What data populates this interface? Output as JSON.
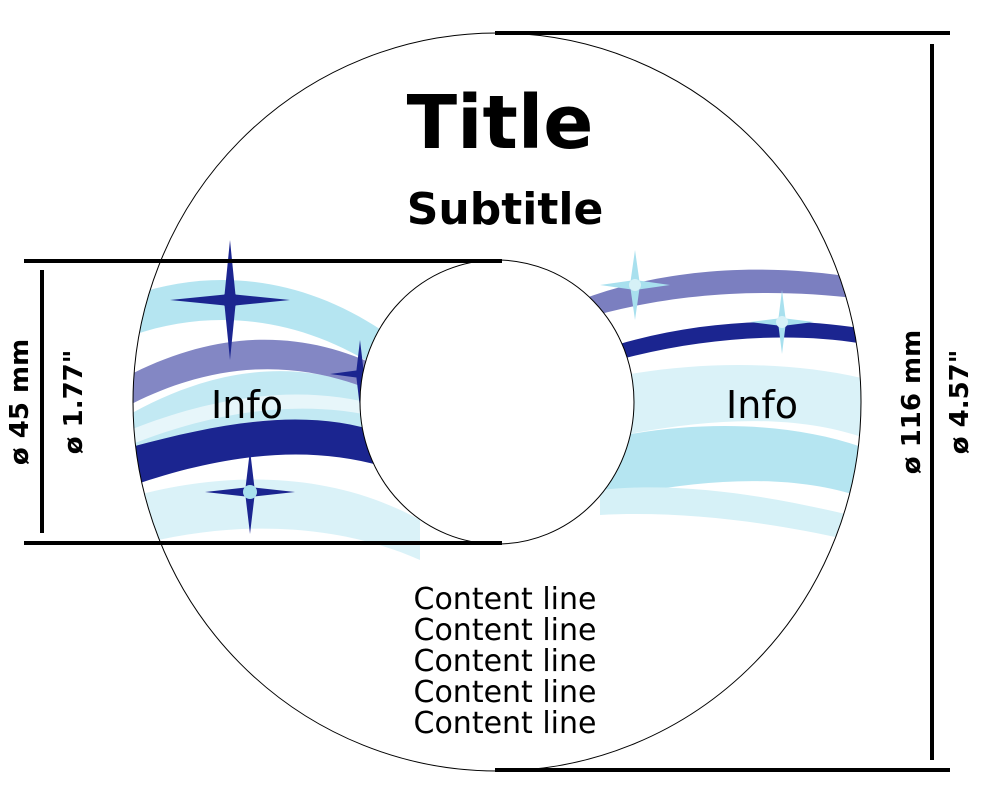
{
  "label": {
    "title": "Title",
    "subtitle": "Subtitle",
    "info_left": "Info",
    "info_right": "Info",
    "content_lines": [
      "Content line",
      "Content line",
      "Content line",
      "Content line",
      "Content line"
    ]
  },
  "dimensions": {
    "inner_mm": "ø 45 mm",
    "inner_in": "ø 1.77\"",
    "outer_mm": "ø 116 mm",
    "outer_in": "ø 4.57\""
  },
  "colors": {
    "dark_blue": "#1b2590",
    "mid_blue": "#5a5fb0",
    "light_cyan": "#a8e0ee",
    "pale_cyan": "#d6f1f7",
    "ink": "#000000"
  }
}
